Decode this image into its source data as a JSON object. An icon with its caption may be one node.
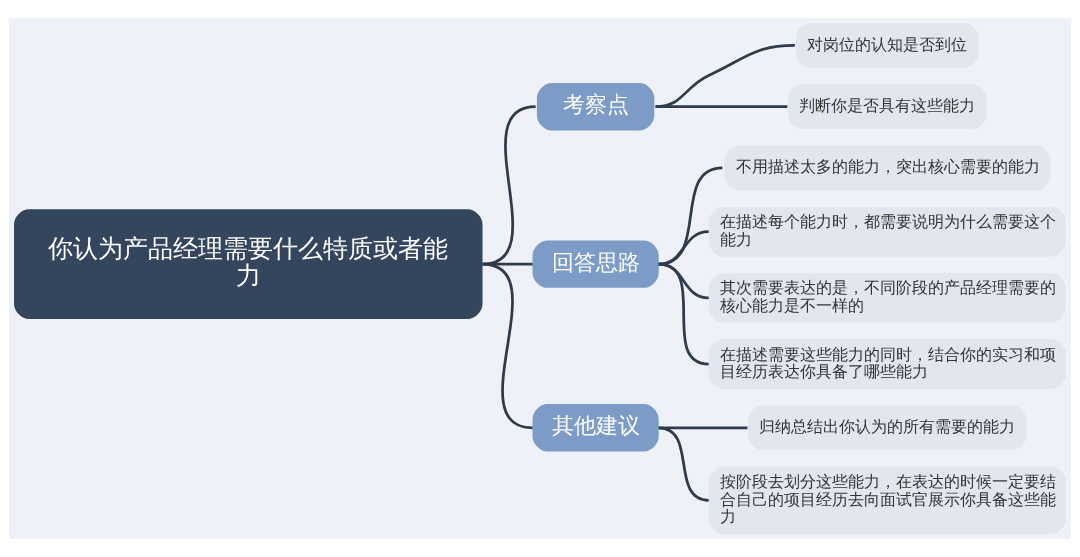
{
  "diagram": {
    "nodes": [
      {
        "text": [
          "你认为产品经理需要什么特质或者能力"
        ]
      },
      {
        "text": [
          "考察点"
        ]
      },
      {
        "text": [
          "对岗位的认知是否到位"
        ]
      },
      {
        "text": [
          "判断你是否具有这些能力"
        ]
      },
      {
        "text": [
          "回答思路"
        ]
      },
      {
        "text": [
          "不用描述太多的能力，突出核心需要的能力"
        ]
      },
      {
        "text": [
          "在描述每个能力时，都需要说明为什么需要这个能力"
        ]
      },
      {
        "text": [
          "其次需要表达的是，不同阶段的产品经理需要的核心能力是不一样的"
        ]
      },
      {
        "text": [
          "在描述需要这些能力的同时，结合你的实习和项目经历表达你具备了哪些能力"
        ]
      },
      {
        "text": [
          "其他建议"
        ]
      },
      {
        "text": [
          "归纳总结出你认为的所有需要的能力"
        ]
      },
      {
        "text": [
          "按阶段去划分这些能力，在表达的时候一定要结合自己的项目经历去向面试官展示你具备这些能力"
        ]
      }
    ],
    "edges": [
      {
        "from": 0,
        "to": 1,
        "arrow": "none"
      },
      {
        "from": 0,
        "to": 4,
        "arrow": "none"
      },
      {
        "from": 0,
        "to": 9,
        "arrow": "none"
      },
      {
        "from": 1,
        "to": 2,
        "arrow": "none"
      },
      {
        "from": 1,
        "to": 3,
        "arrow": "none"
      },
      {
        "from": 4,
        "to": 5,
        "arrow": "none"
      },
      {
        "from": 4,
        "to": 6,
        "arrow": "none"
      },
      {
        "from": 4,
        "to": 7,
        "arrow": "none"
      },
      {
        "from": 4,
        "to": 8,
        "arrow": "none"
      },
      {
        "from": 9,
        "to": 10,
        "arrow": "none"
      },
      {
        "from": 9,
        "to": 11,
        "arrow": "none"
      }
    ]
  }
}
